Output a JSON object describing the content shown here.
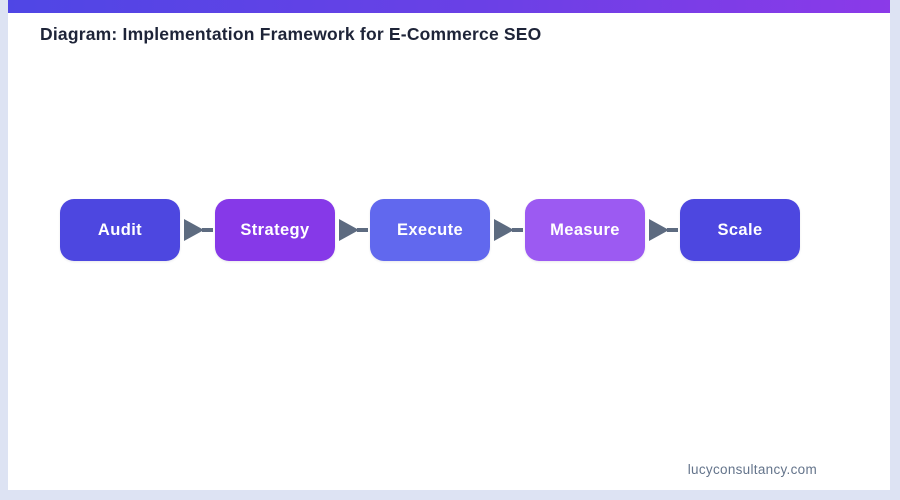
{
  "page": {
    "title": "Diagram: Implementation Framework for E-Commerce SEO",
    "footer": "lucyconsultancy.com"
  },
  "theme": {
    "frame_border_color": "#dde3f3",
    "accent_bar_gradient_start": "#4f46e5",
    "accent_bar_gradient_end": "#8b3ae8",
    "title_color": "#1e2438",
    "arrow_color": "#5d6b80",
    "footer_color": "#64748b",
    "box_text_color": "#ffffff"
  },
  "diagram": {
    "type": "flowchart",
    "direction": "left-to-right",
    "steps": [
      {
        "label": "Audit",
        "color": "#4d47e0"
      },
      {
        "label": "Strategy",
        "color": "#8639e8"
      },
      {
        "label": "Execute",
        "color": "#6168ee"
      },
      {
        "label": "Measure",
        "color": "#9c5af2"
      },
      {
        "label": "Scale",
        "color": "#4d47e0"
      }
    ]
  }
}
